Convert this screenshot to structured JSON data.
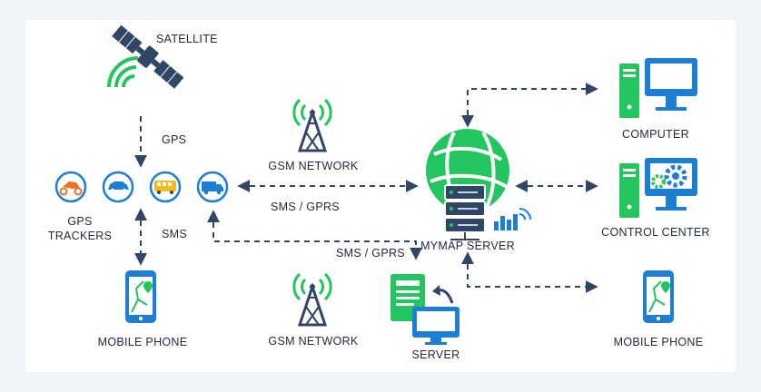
{
  "nodes": {
    "satellite": "SATELLITE",
    "gps_trackers": "GPS\nTRACKERS",
    "mobile_phone_left": "MOBILE PHONE",
    "gsm_network_top": "GSM NETWORK",
    "gsm_network_bottom": "GSM NETWORK",
    "mymap_server": "MYMAP SERVER",
    "server": "SERVER",
    "computer": "COMPUTER",
    "control_center": "CONTROL CENTER",
    "mobile_phone_right": "MOBILE PHONE"
  },
  "links": {
    "gps": "GPS",
    "sms": "SMS",
    "sms_gprs_main": "SMS / GPRS",
    "sms_gprs_server": "SMS / GPRS"
  },
  "colors": {
    "green": "#22c55e",
    "blue": "#1d7fd4",
    "navy": "#2f4667",
    "orange": "#f36f21"
  }
}
